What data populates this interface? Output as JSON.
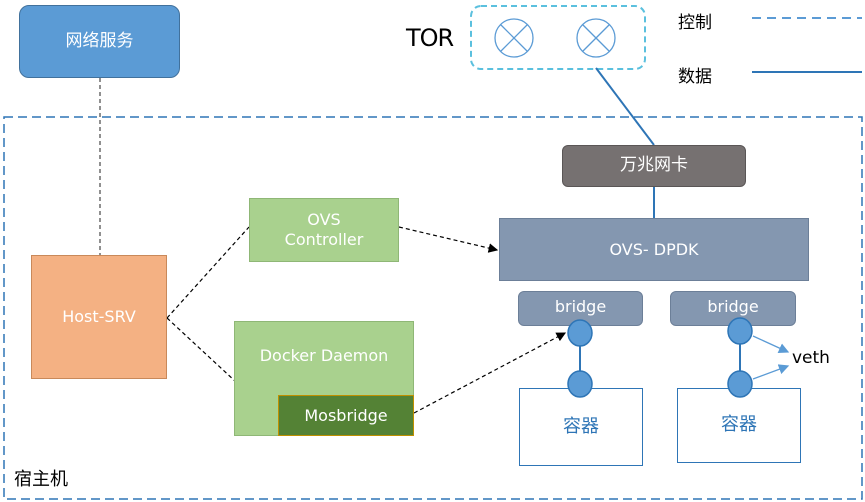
{
  "tor": {
    "label": "TOR"
  },
  "legend": {
    "control": {
      "label": "控制",
      "style": "dashed",
      "color": "#5b9bd5"
    },
    "data": {
      "label": "数据",
      "style": "solid",
      "color": "#2e75b6"
    }
  },
  "network_service": {
    "label": "网络服务",
    "color": "#5b9bd5"
  },
  "host": {
    "label": "宿主机"
  },
  "host_srv": {
    "label": "Host-SRV",
    "color": "#f4b183"
  },
  "ovs_controller": {
    "line1": "OVS",
    "line2": "Controller",
    "color": "#a9d18e"
  },
  "docker_daemon": {
    "label": "Docker Daemon",
    "color": "#a9d18e"
  },
  "mosbridge": {
    "label": "Mosbridge",
    "color": "#548235"
  },
  "nic": {
    "label": "万兆网卡",
    "color": "#767171"
  },
  "ovs_dpdk": {
    "label": "OVS- DPDK",
    "color": "#8497b0"
  },
  "bridges": [
    {
      "label": "bridge"
    },
    {
      "label": "bridge"
    }
  ],
  "containers": [
    {
      "label": "容器"
    },
    {
      "label": "容器"
    }
  ],
  "veth": {
    "label": "veth"
  }
}
